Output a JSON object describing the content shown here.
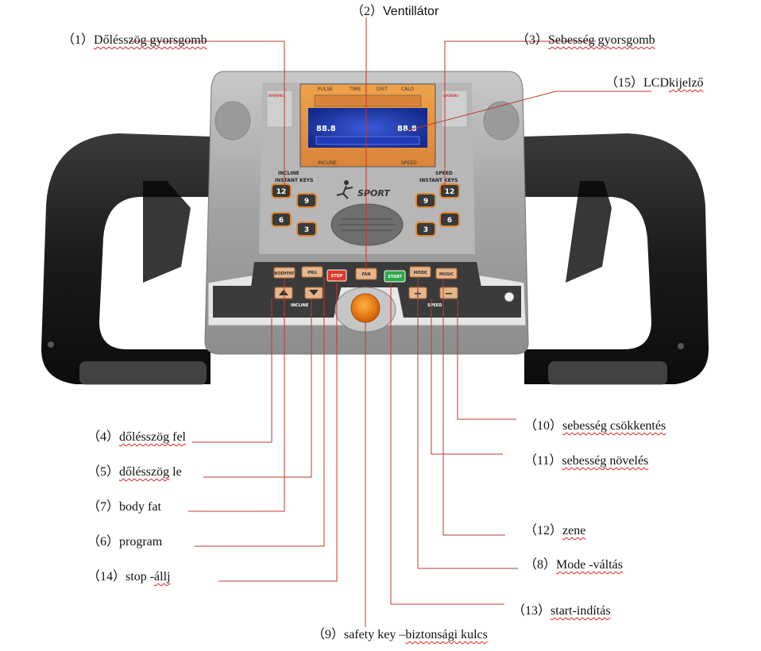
{
  "console": {
    "lcd": {
      "top_labels": [
        "PULSE",
        "TIME",
        "DIST",
        "CALO"
      ],
      "bottom_left": "INCLINE",
      "bottom_right": "SPEED",
      "digits": "88.8",
      "warning": "WARNING"
    },
    "brand": "SPORT",
    "incline_block_label": [
      "INCLINE",
      "INSTANT KEYS"
    ],
    "speed_block_label": [
      "SPEED",
      "INSTANT KEYS"
    ],
    "instant_keys_left": [
      "12",
      "9",
      "6",
      "3"
    ],
    "instant_keys_right": [
      "9",
      "12",
      "3",
      "6"
    ],
    "buttons": [
      "BODYFAT",
      "PRG",
      "STOP",
      "FAN",
      "START",
      "MODE",
      "MUSIC"
    ],
    "incline_arrows_label": "INCLINE",
    "speed_arrows_label": "SPEED",
    "speed_plus": "+",
    "speed_minus": "−"
  },
  "annotations": {
    "a1": {
      "num": "（1）",
      "text": "Dőlésszög gyorsgomb"
    },
    "a2": {
      "num": "（2）",
      "text": "Ventillátor"
    },
    "a3": {
      "num": "（3）",
      "text": "Sebesség gyorsgomb"
    },
    "a15": {
      "num": "（15）",
      "text_a": "LCD",
      "text_b": "kijelző"
    },
    "a4": {
      "num": "（4）",
      "text": "dőlésszög fel"
    },
    "a5": {
      "num": "（5）",
      "text_a": "dőlésszög",
      "text_b": " le"
    },
    "a7": {
      "num": "（7）",
      "text": "body fat"
    },
    "a6": {
      "num": "（6）",
      "text": "program"
    },
    "a14": {
      "num": "（14）",
      "text_a": "stop -",
      "text_b": "állj"
    },
    "a10": {
      "num": "（10）",
      "text": "sebesség csökkentés"
    },
    "a11": {
      "num": "（11）",
      "text": "sebesség növelés"
    },
    "a12": {
      "num": "（12）",
      "text": "zene"
    },
    "a8": {
      "num": "（8）",
      "text": "Mode -váltás"
    },
    "a13": {
      "num": "（13）",
      "text": "start-indítás"
    },
    "a9": {
      "num": "（9）",
      "text_a": "safety key –",
      "text_b": "biztonsági kulcs"
    }
  }
}
